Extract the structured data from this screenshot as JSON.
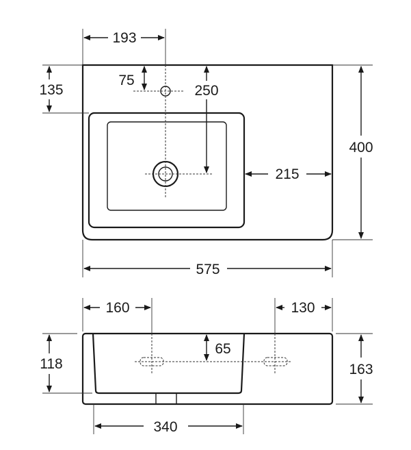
{
  "top_view": {
    "dim_overall_width": "575",
    "dim_overall_depth": "400",
    "dim_tap_offset": "193",
    "dim_tap_from_back": "75",
    "dim_bowl_from_back": "135",
    "dim_drain_from_back": "250",
    "dim_deck_width": "215"
  },
  "side_view": {
    "dim_left_offset": "160",
    "dim_right_offset": "130",
    "dim_fixing_height": "65",
    "dim_bowl_depth": "118",
    "dim_total_height": "163",
    "dim_bowl_width": "340"
  }
}
